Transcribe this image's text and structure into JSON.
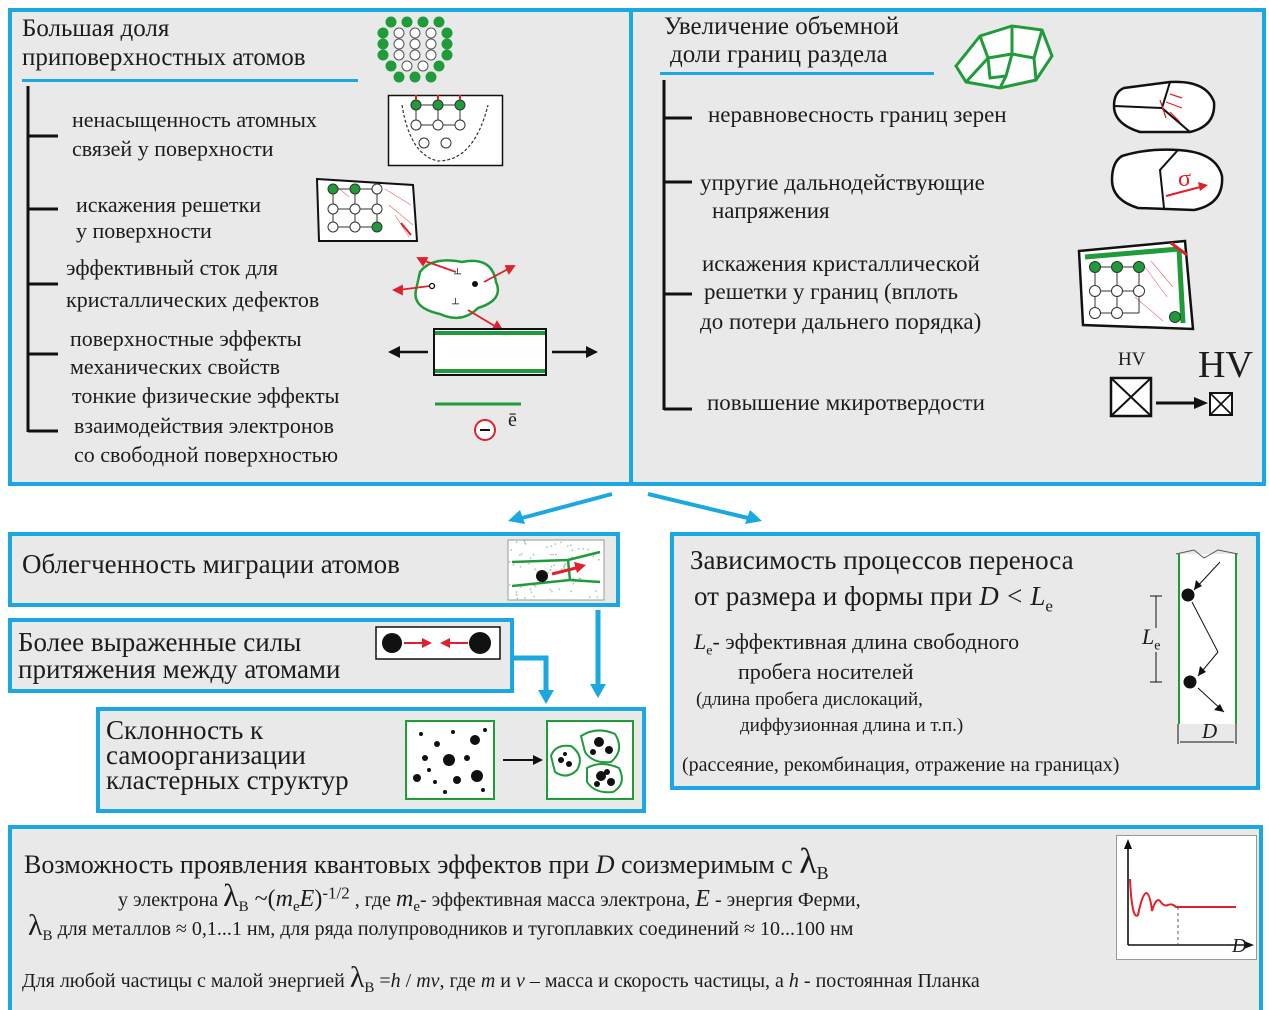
{
  "left_panel": {
    "title_1": "Большая доля",
    "title_2": "приповерхностных атомов",
    "items": [
      {
        "l1": "ненасыщенность атомных",
        "l2": "связей  у поверхности"
      },
      {
        "l1": "искажения решетки",
        "l2": "у поверхности"
      },
      {
        "l1": "эффективный сток для",
        "l2": "кристаллических дефектов"
      },
      {
        "l1": "поверхностные эффекты",
        "l2": "механических свойств"
      },
      {
        "l1": "тонкие физические эффекты",
        "l2": "взаимодействия  электронов",
        "l3": "со свободной поверхностью"
      }
    ],
    "electron_label": "ē"
  },
  "right_panel": {
    "title_1": "Увеличение объемной",
    "title_2": "доли  границ раздела",
    "items": [
      {
        "l1": "неравновесность границ зерен"
      },
      {
        "l1": "упругие  дальнодействующие",
        "l2": "напряжения"
      },
      {
        "l1": "искажения кристаллической",
        "l2": "решетки у границ (вплоть",
        "l3": "до потери дальнего порядка)"
      },
      {
        "l1": "повышение мкиротвердости"
      }
    ],
    "sigma": "σ",
    "hv_small": "HV",
    "hv_large": "HV"
  },
  "migration": {
    "text": "Облегченность миграции атомов"
  },
  "attraction": {
    "l1": "Более выраженные силы",
    "l2": "притяжения между атомами"
  },
  "selforg": {
    "l1": "Склонность к",
    "l2": "самоорганизации",
    "l3": "кластерных структур"
  },
  "transport": {
    "l1": "Зависимость процессов переноса",
    "l2a": "от размера и формы   при ",
    "l2_math": "D < L",
    "l2_sub": "e",
    "le_sym": "L",
    "le_sub": "e",
    "le_text_1": "- эффективная длина свободного",
    "le_text_2": "пробега  носителей",
    "paren_1": "(длина пробега дислокаций,",
    "paren_2": "диффузионная длина и т.п.)",
    "footer": "(рассеяние, рекомбинация, отражение на границах)",
    "fig_le": "L",
    "fig_le_sub": "e",
    "fig_d": "D"
  },
  "quantum": {
    "title_a": "Возможность проявления квантовых эффектов   при ",
    "title_d": "D",
    "title_b": " соизмеримым с ",
    "lambda": "λ",
    "lambda_sub": "B",
    "line2_a": "у электрона  ",
    "line2_formula_a": " ~(",
    "line2_m": "m",
    "line2_me_sub": "e",
    "line2_e": "E",
    "line2_pow": ")",
    "line2_exp": "-1/2",
    "line2_b": " , где ",
    "line2_c": "- эффективная масса электрона,  ",
    "line2_d": " - энергия Ферми,",
    "line3_a": " для металлов   ≈ 0,1...1 нм,    для ряда полупроводников и тугоплавких соединений  ≈  10...100 нм",
    "line4_a": "Для любой частицы с малой энергией ",
    "line4_b": " =",
    "line4_h": "h",
    "line4_slash": " / ",
    "line4_mv": "mv",
    "line4_c": ", где ",
    "line4_m": "m",
    "line4_and": " и ",
    "line4_v": "v",
    "line4_d": " – масса и скорость частицы, а ",
    "line4_h2": "h",
    "line4_e": " - постоянная Планка",
    "graph_d": "D"
  },
  "colors": {
    "frame": "#1ba8e0",
    "green": "#1f9b3a",
    "red": "#e0202a",
    "panel": "#e9e9e9"
  }
}
